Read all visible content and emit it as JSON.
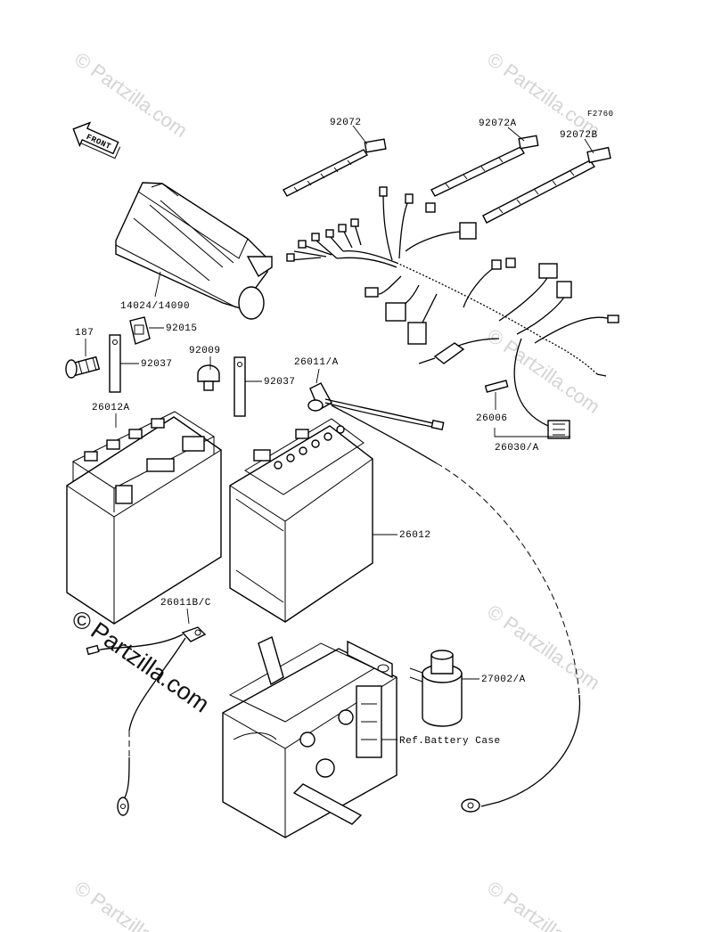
{
  "figure_code": "F2760",
  "front_arrow_label": "FRONT",
  "watermark": {
    "small": "© Partzilla.com",
    "copyright_symbol": "©",
    "brand": "Partzilla.com"
  },
  "part_labels": {
    "p92072": "92072",
    "p92072A": "92072A",
    "p92072B": "92072B",
    "p14024": "14024/14090",
    "p187": "187",
    "p92015": "92015",
    "p92037_left": "92037",
    "p92009": "92009",
    "p92037_right": "92037",
    "p26011A": "26011/A",
    "p26012A": "26012A",
    "p26006": "26006",
    "p26030A": "26030/A",
    "p26012": "26012",
    "p26011BC": "26011B/C",
    "p27002A": "27002/A",
    "ref_battery_case": "Ref.Battery Case"
  }
}
